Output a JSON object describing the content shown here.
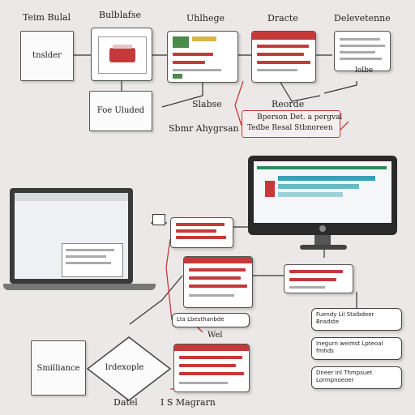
{
  "top_labels": {
    "a": "Teim Bulal",
    "b": "Bulblafse",
    "c": "Uhlhege",
    "d": "Dracte",
    "e": "Delevetenne"
  },
  "boxes": {
    "tnslder": "tnslder",
    "feduided": "Foe Uluded",
    "lolbe": "lolbe",
    "smillance": "Smilliance"
  },
  "mid_labels": {
    "slabse": "Slabse",
    "reorde": "Reorde",
    "sbmr": "Sbmr Ahygrsan",
    "bperson": "Bperson Det. a pergval",
    "tedbe": "Tedbe Resal Stbnoreen"
  },
  "pills": {
    "p1": "Lta Lbesthanbde",
    "p2": "Wel",
    "p3": "Fuendy Lil Stalbdeer Bnsdste",
    "p4": "Inegurn weimst Lpteoal fmhds",
    "p5": "Dneer Inl Thmpsuet Lormpnoeoer"
  },
  "bottom": {
    "lrdexople": "lrdexople",
    "datel": "Datel",
    "magrarn": "I S Magrarn"
  }
}
